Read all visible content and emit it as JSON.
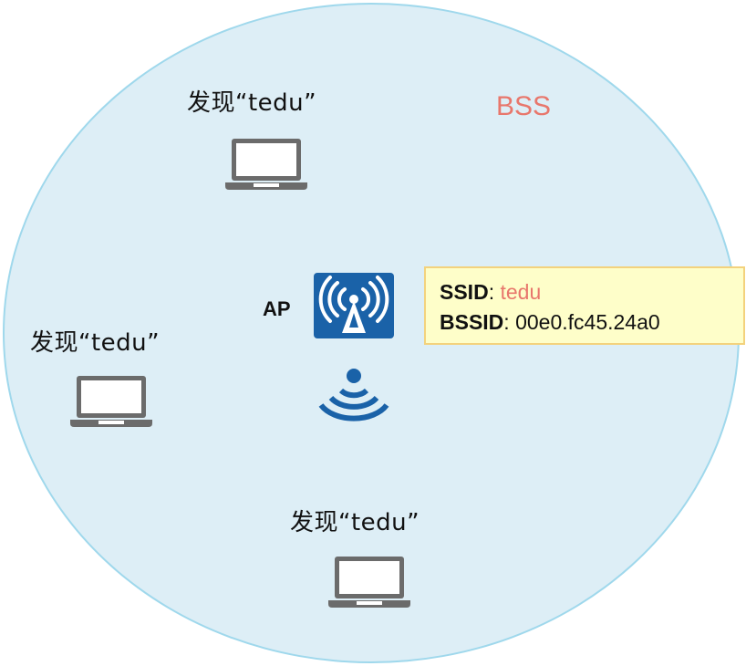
{
  "bss": {
    "label": "BSS"
  },
  "clients": [
    {
      "label": "发现“tedu”"
    },
    {
      "label": "发现“tedu”"
    },
    {
      "label": "发现“tedu”"
    }
  ],
  "ap": {
    "label": "AP",
    "icon": "wireless-ap-icon",
    "signal_icon": "wifi-signal-icon"
  },
  "info": {
    "ssid_key": "SSID",
    "ssid_sep": ": ",
    "ssid_value": "tedu",
    "bssid_key": "BSSID",
    "bssid_sep": ": ",
    "bssid_value": "00e0.fc45.24a0"
  },
  "colors": {
    "circle_fill": "#ddeef6",
    "circle_stroke": "#9fd8ec",
    "accent": "#e8776c",
    "ap_blue": "#1a62a8",
    "info_fill": "#fefec9",
    "info_border": "#f3d27d",
    "laptop_gray": "#6b6b6b"
  }
}
